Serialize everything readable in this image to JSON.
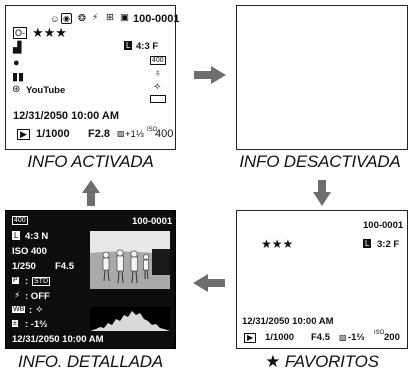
{
  "panels": {
    "info_on": {
      "caption": "INFO ACTIVADA",
      "frame_no": "100-0001",
      "stars": "★★★",
      "size_quality": "4:3 F",
      "iso_badge": "400",
      "youtube": "YouTube",
      "datetime": "12/31/2050  10:00 AM",
      "shutter": "1/1000",
      "aperture": "F2.8",
      "exposure_comp": "+1⅓",
      "iso": "400"
    },
    "info_off": {
      "caption": "INFO DESACTIVADA"
    },
    "favorites": {
      "caption": "FAVORITOS",
      "caption_star": "★",
      "frame_no": "100-0001",
      "stars": "★★★",
      "size_quality": "3:2 F",
      "datetime": "12/31/2050     10:00 AM",
      "shutter": "1/1000",
      "aperture": "F4.5",
      "exposure_comp": "-1⅔",
      "iso": "200"
    },
    "detailed": {
      "caption": "INFO. DETALLADA",
      "iso_badge": "400",
      "frame_no": "100-0001",
      "size_quality": "4:3 N",
      "iso": "ISO 400",
      "shutter": "1/250",
      "aperture": "F4.5",
      "drive": ":",
      "flash": ": OFF",
      "wb": ":",
      "exposure_comp": ": -1⅔",
      "datetime": "12/31/2050    10:00 AM"
    }
  },
  "colors": {
    "frame": "#222222",
    "dark_panel": "#0d0d0d",
    "arrow": "#6e6e6e"
  }
}
